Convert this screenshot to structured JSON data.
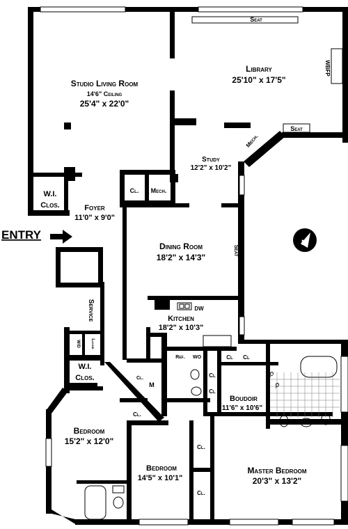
{
  "plan": {
    "entry": "ENTRY",
    "rooms": {
      "studio_living_room": {
        "name": "Studio Living Room",
        "ceiling": "14'6\" Ceiling",
        "dims": "25'4\" x 22'0\""
      },
      "library": {
        "name": "Library",
        "dims": "25'10\" x 17'5\""
      },
      "study": {
        "name": "Study",
        "dims": "12'2\" x 10'2\""
      },
      "foyer": {
        "name": "Foyer",
        "dims": "11'0\" x 9'0\""
      },
      "dining_room": {
        "name": "Dining Room",
        "dims": "18'2\" x 14'3\""
      },
      "kitchen": {
        "name": "Kitchen",
        "dims": "18'2\" x 10'3\""
      },
      "boudoir": {
        "name": "Boudoir",
        "dims": "11'6\" x 10'6\""
      },
      "bedroom_1": {
        "name": "Bedroom",
        "dims": "15'2\" x 12'0\""
      },
      "bedroom_2": {
        "name": "Bedroom",
        "dims": "14'5\" x 10'1\""
      },
      "master_bedroom": {
        "name": "Master Bedroom",
        "dims": "20'3\" x 13'2\""
      }
    },
    "labels": {
      "seat_top": "Seat",
      "seat_right": "Seat",
      "seat_dining": "Seat",
      "wbfp": "WBFP",
      "mech_study": "Mech.",
      "mech_foyer": "Mech.",
      "cl_foyer": "Cl.",
      "wi_clos_1_a": "W.I.",
      "wi_clos_1_b": "Clos.",
      "wi_clos_2_a": "W.I.",
      "wi_clos_2_b": "Clos.",
      "service": "Service",
      "dw": "DW",
      "ref": "Ref.",
      "wo": "WO",
      "wd": "W/D",
      "laund": "Laund",
      "m": "M",
      "cl_hall": "Cl.",
      "cl_bed1": "Cl.",
      "cl_boudoir_1": "Cl",
      "cl_boudoir_2": "Cl",
      "cl_boudoir_3": "Cl",
      "cl_boudoir_4": "Cl",
      "cl_boudoir_5": "Cl",
      "cl_boudoir_6": "Cl",
      "cl_bed2_a": "Cl.",
      "cl_bed2_b": "Cl."
    },
    "compass": "N"
  }
}
